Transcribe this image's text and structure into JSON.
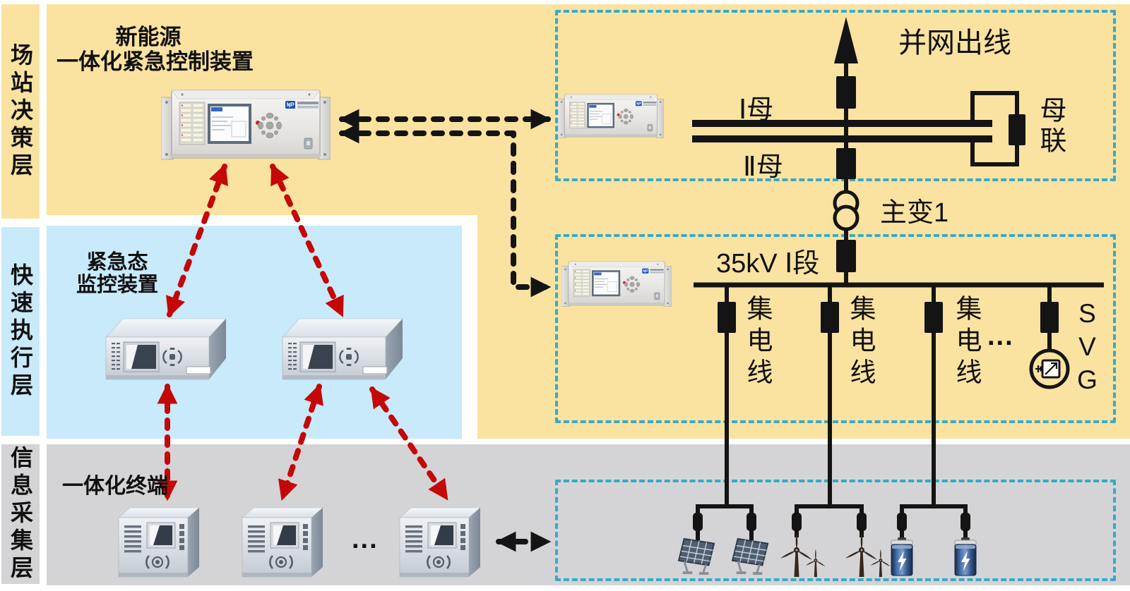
{
  "colors": {
    "region_yellow": "#FAE2A0",
    "region_blue": "#C8EAFB",
    "region_gray": "#D4D4D6",
    "dashed_border": "#38AAC6",
    "arrow_red": "#C40808",
    "line_black": "#141414"
  },
  "layers": {
    "decision": {
      "label": "场站决策层"
    },
    "execution": {
      "label": "快速执行层"
    },
    "collection": {
      "label": "信息采集层"
    }
  },
  "labels": {
    "control_line1": "新能源",
    "control_line2": "一体化紧急控制装置",
    "monitor_line1": "紧急态",
    "monitor_line2": "监控装置",
    "terminal": "一体化终端",
    "terminal_ellipsis": "..."
  },
  "sld": {
    "grid_outlet": "并网出线",
    "bus1": "Ⅰ母",
    "bus2": "Ⅱ母",
    "bus_tie": "母联",
    "transformer": "主变1",
    "bus_section": "35kV Ⅰ段",
    "feeders": [
      "集电线",
      "集电线",
      "集电线"
    ],
    "feeder_ellipsis": "...",
    "svg_label": "SVG"
  }
}
